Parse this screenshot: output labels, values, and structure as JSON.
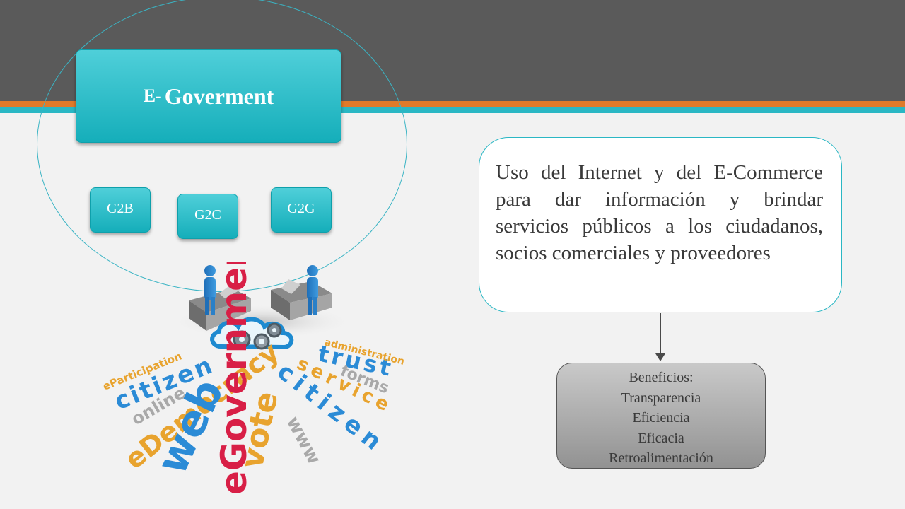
{
  "slide": {
    "main_tile": {
      "prefix": "E-",
      "title": "Goverment"
    },
    "sub_tiles": [
      "G2B",
      "G2C",
      "G2G"
    ],
    "definition": "Uso del Internet y del E-Commerce para dar información y brindar servicios públicos a los ciudadanos, socios comerciales y proveedores",
    "benefits": {
      "heading": "Beneficios:",
      "items": [
        "Transparencia",
        "Eficiencia",
        "Eficacia",
        "Retroalimentación"
      ]
    }
  },
  "colors": {
    "top_bar": "#5a5a5a",
    "orange_stripe": "#e07a2a",
    "teal_stripe": "#2ab7c4",
    "tile_teal": "#1fb5c1",
    "background": "#f2f2f2"
  },
  "word_cloud": {
    "words": [
      "eParticipation",
      "citizen",
      "online",
      "eDemocracy",
      "web",
      "eGovernment",
      "vote",
      "www",
      "citizen",
      "service",
      "forms",
      "trust",
      "administration"
    ]
  }
}
